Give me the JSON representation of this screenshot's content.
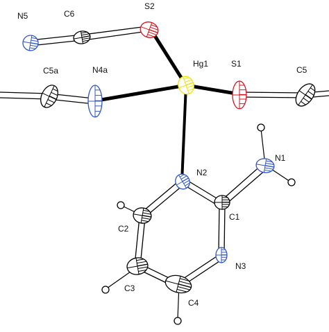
{
  "structure": {
    "atoms": [
      {
        "id": "hg1",
        "label": "Hg1",
        "element": "Hg"
      },
      {
        "id": "s1",
        "label": "S1",
        "element": "S"
      },
      {
        "id": "s2",
        "label": "S2",
        "element": "S"
      },
      {
        "id": "c5",
        "label": "C5",
        "element": "C"
      },
      {
        "id": "c6",
        "label": "C6",
        "element": "C"
      },
      {
        "id": "n5",
        "label": "N5",
        "element": "N"
      },
      {
        "id": "n4a",
        "label": "N4a",
        "element": "N"
      },
      {
        "id": "c5a",
        "label": "C5a",
        "element": "C"
      },
      {
        "id": "n2",
        "label": "N2",
        "element": "N"
      },
      {
        "id": "c1",
        "label": "C1",
        "element": "C"
      },
      {
        "id": "n1",
        "label": "N1",
        "element": "N"
      },
      {
        "id": "n3",
        "label": "N3",
        "element": "N"
      },
      {
        "id": "c4",
        "label": "C4",
        "element": "C"
      },
      {
        "id": "c3",
        "label": "C3",
        "element": "C"
      },
      {
        "id": "c2",
        "label": "C2",
        "element": "C"
      }
    ],
    "bonds": [
      [
        "hg1",
        "s2"
      ],
      [
        "hg1",
        "s1"
      ],
      [
        "hg1",
        "n4a"
      ],
      [
        "hg1",
        "n2"
      ],
      [
        "s2",
        "c6"
      ],
      [
        "c6",
        "n5"
      ],
      [
        "s1",
        "c5"
      ],
      [
        "n4a",
        "c5a"
      ],
      [
        "n2",
        "c1"
      ],
      [
        "c1",
        "n3"
      ],
      [
        "n3",
        "c4"
      ],
      [
        "c4",
        "c3"
      ],
      [
        "c3",
        "c2"
      ],
      [
        "c2",
        "n2"
      ],
      [
        "c1",
        "n1"
      ]
    ],
    "element_colors": {
      "Hg": "#f2e400",
      "S": "#d4141e",
      "N": "#2f56c8",
      "C": "#000000",
      "H": "#000000"
    }
  }
}
